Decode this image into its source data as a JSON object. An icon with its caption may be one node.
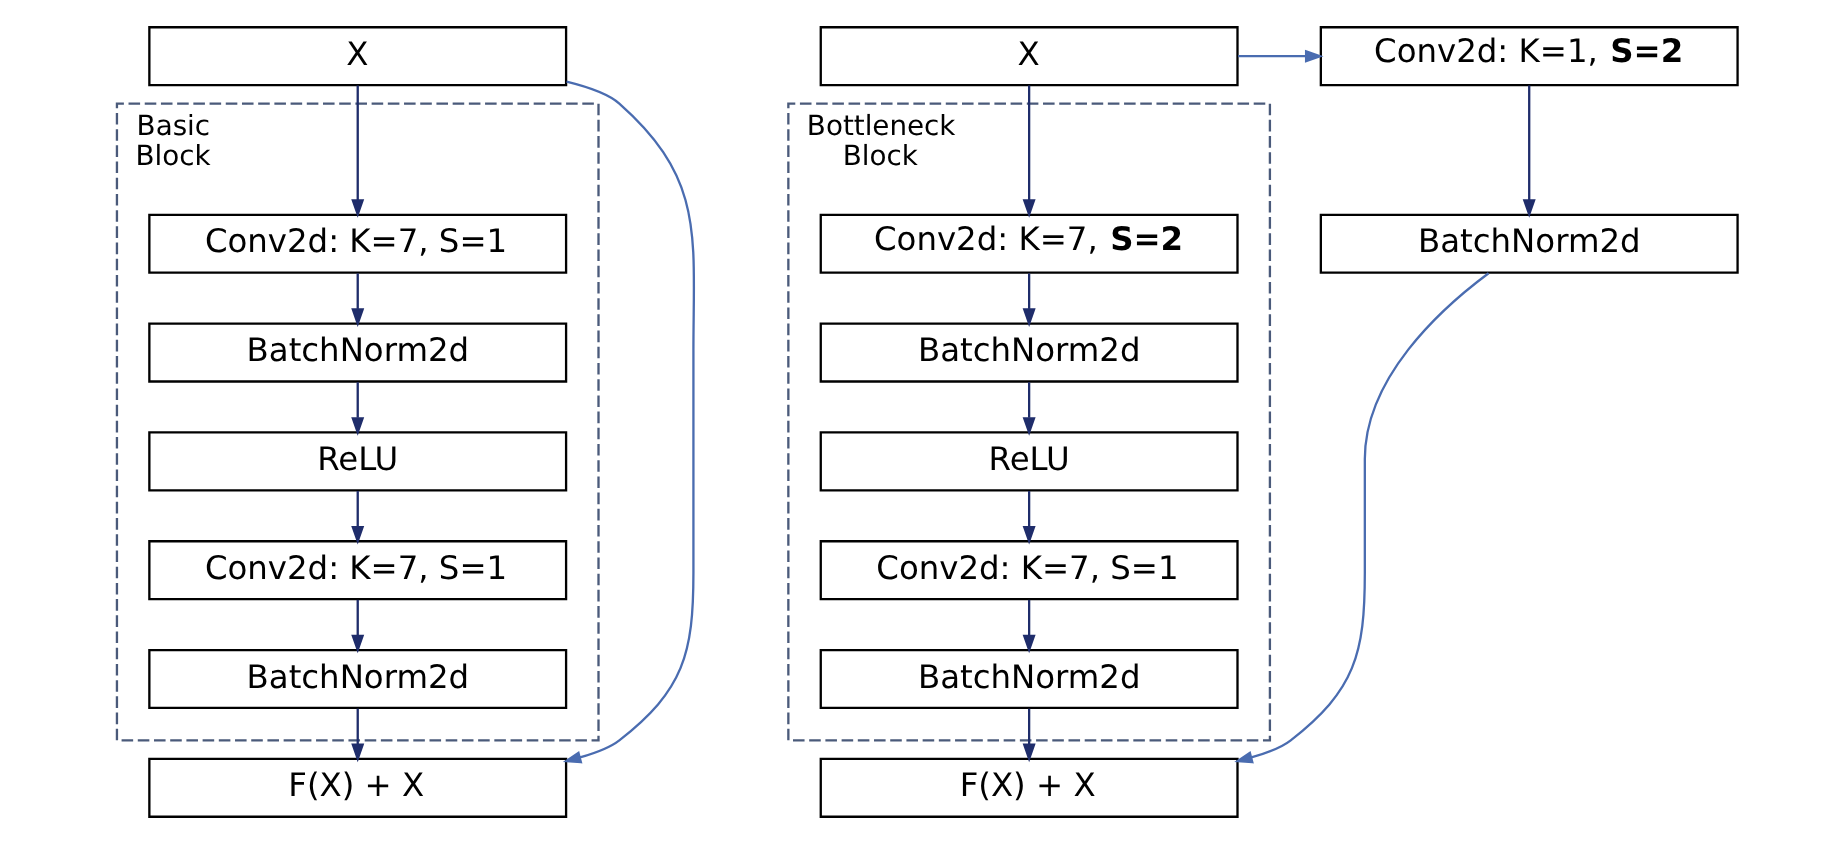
{
  "diagram": {
    "nodes": [
      {
        "text": [
          "X"
        ]
      },
      {
        "text": [
          "Basic Block"
        ]
      },
      {
        "text": [
          "Conv2d: K=7, S=1"
        ],
        "in": 1
      },
      {
        "text": [
          "BatchNorm2d"
        ],
        "in": 1
      },
      {
        "text": [
          "ReLU"
        ],
        "in": 1
      },
      {
        "text": [
          "Conv2d: K=7, S=1"
        ],
        "in": 1
      },
      {
        "text": [
          "BatchNorm2d"
        ],
        "in": 1
      },
      {
        "text": [
          "F(X) + X"
        ]
      },
      {
        "text": [
          "X"
        ]
      },
      {
        "text": [
          "Bottleneck Block"
        ]
      },
      {
        "text": [
          "Conv2d: K=7, **S=2**"
        ],
        "in": 9
      },
      {
        "text": [
          "BatchNorm2d"
        ],
        "in": 9
      },
      {
        "text": [
          "ReLU"
        ],
        "in": 9
      },
      {
        "text": [
          "Conv2d: K=7, S=1"
        ],
        "in": 9
      },
      {
        "text": [
          "BatchNorm2d"
        ],
        "in": 9
      },
      {
        "text": [
          "Conv2d: K=1, **S=2**"
        ]
      },
      {
        "text": [
          "BatchNorm2d"
        ]
      },
      {
        "text": [
          "F(X) + X"
        ]
      }
    ],
    "edges": [
      {
        "from": 0,
        "to": 2,
        "arrow": "to"
      },
      {
        "from": 2,
        "to": 3,
        "arrow": "to"
      },
      {
        "from": 3,
        "to": 4,
        "arrow": "to"
      },
      {
        "from": 4,
        "to": 5,
        "arrow": "to"
      },
      {
        "from": 5,
        "to": 6,
        "arrow": "to"
      },
      {
        "from": 6,
        "to": 7,
        "arrow": "to"
      },
      {
        "from": 0,
        "to": 7,
        "arrow": "to",
        "color": "#4a6cb0"
      },
      {
        "from": 8,
        "to": 10,
        "arrow": "to"
      },
      {
        "from": 10,
        "to": 11,
        "arrow": "to"
      },
      {
        "from": 11,
        "to": 12,
        "arrow": "to"
      },
      {
        "from": 12,
        "to": 13,
        "arrow": "to"
      },
      {
        "from": 13,
        "to": 14,
        "arrow": "to"
      },
      {
        "from": 14,
        "to": 17,
        "arrow": "to"
      },
      {
        "from": 8,
        "to": 15,
        "arrow": "to",
        "color": "#4a6cb0"
      },
      {
        "from": 15,
        "to": 16,
        "arrow": "to"
      },
      {
        "from": 16,
        "to": 17,
        "arrow": "to",
        "color": "#4a6cb0"
      }
    ]
  }
}
